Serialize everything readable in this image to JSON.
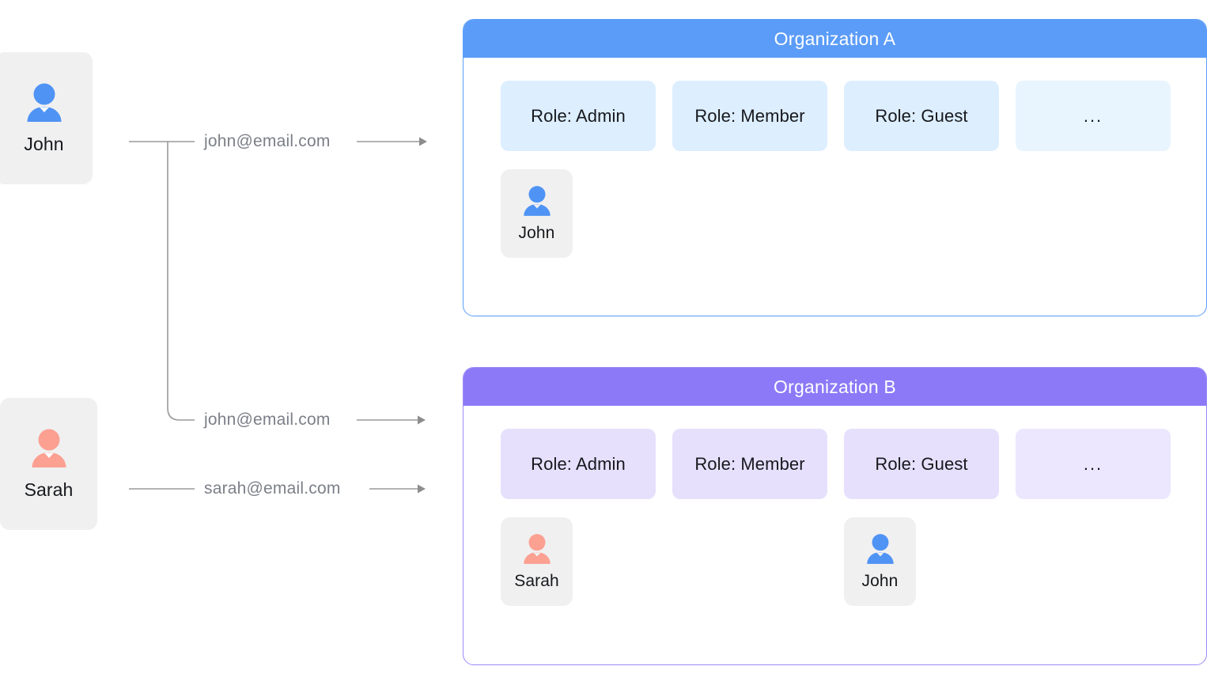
{
  "people": [
    {
      "id": "john",
      "name": "John",
      "avatar_color": "#4f93f5",
      "avatar_icon": "person-icon"
    },
    {
      "id": "sarah",
      "name": "Sarah",
      "avatar_color": "#fca092",
      "avatar_icon": "person-icon"
    }
  ],
  "left_panel": {
    "cards": [
      {
        "name": "John",
        "avatar_color": "#4f93f5"
      },
      {
        "name": "Sarah",
        "avatar_color": "#fca092"
      }
    ]
  },
  "connections": [
    {
      "from": "John",
      "label": "john@email.com",
      "to": "Organization A"
    },
    {
      "from": "John",
      "label": "john@email.com",
      "to": "Organization B"
    },
    {
      "from": "Sarah",
      "label": "sarah@email.com",
      "to": "Organization B"
    }
  ],
  "connector_color": "#9a9a9a",
  "organizations": [
    {
      "id": "org-a",
      "title": "Organization A",
      "header_color": "#5b9cf8",
      "border_color": "#5b9cf8",
      "chip_color": "#ddeeff",
      "roles": [
        "Role: Admin",
        "Role: Member",
        "Role: Guest"
      ],
      "more_label": "...",
      "members": [
        {
          "name": "John",
          "avatar_color": "#4f93f5",
          "column": 0
        }
      ]
    },
    {
      "id": "org-b",
      "title": "Organization B",
      "header_color": "#8c79f7",
      "border_color": "#9b8af8",
      "chip_color": "#e6e0fd",
      "roles": [
        "Role: Admin",
        "Role: Member",
        "Role: Guest"
      ],
      "more_label": "...",
      "members": [
        {
          "name": "Sarah",
          "avatar_color": "#fca092",
          "column": 0
        },
        {
          "name": "John",
          "avatar_color": "#4f93f5",
          "column": 2
        }
      ]
    }
  ]
}
